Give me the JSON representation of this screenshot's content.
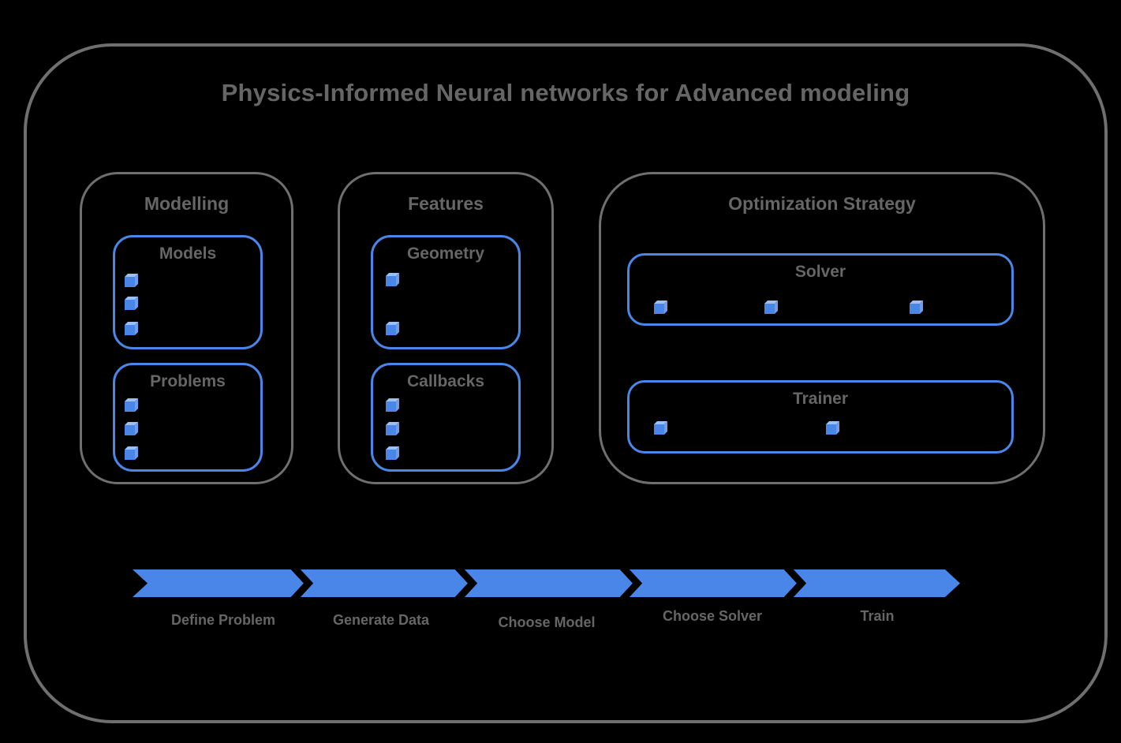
{
  "title": "Physics-Informed Neural networks for Advanced modeling",
  "colors": {
    "accent_blue": "#4a86e8",
    "cube_top_blue": "#9ac0f6",
    "cube_side_blue": "#6d9eeb",
    "outline_gray": "#6f6f6f",
    "text_gray": "#666666"
  },
  "sections": {
    "modelling": {
      "label": "Modelling",
      "groups": {
        "models": {
          "label": "Models",
          "item_count": 3
        },
        "problems": {
          "label": "Problems",
          "item_count": 3
        }
      }
    },
    "features": {
      "label": "Features",
      "groups": {
        "geometry": {
          "label": "Geometry",
          "item_count": 2
        },
        "callbacks": {
          "label": "Callbacks",
          "item_count": 3
        }
      }
    },
    "optimization": {
      "label": "Optimization Strategy",
      "groups": {
        "solver": {
          "label": "Solver",
          "item_count": 3
        },
        "trainer": {
          "label": "Trainer",
          "item_count": 2
        }
      }
    }
  },
  "pipeline": {
    "steps": [
      {
        "label": "Define Problem"
      },
      {
        "label": "Generate Data"
      },
      {
        "label": "Choose Model"
      },
      {
        "label": "Choose Solver"
      },
      {
        "label": "Train"
      }
    ]
  }
}
